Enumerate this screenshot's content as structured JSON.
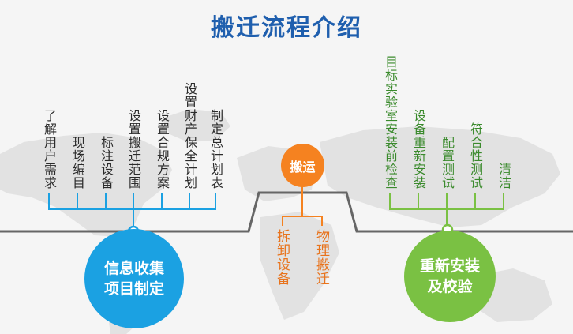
{
  "title": "搬迁流程介绍",
  "colors": {
    "blue": "#1ba1e2",
    "orange": "#f58220",
    "green": "#7ac143",
    "timeline": "#666666",
    "title": "#1f5fae"
  },
  "stages": {
    "info": {
      "label_line1": "信息收集",
      "label_line2": "项目制定",
      "items": [
        "了解用户需求",
        "现场编目",
        "标注设备",
        "设置搬迁范围",
        "设置合规方案",
        "设置财产保全计划",
        "制定总计划表"
      ]
    },
    "transport": {
      "label": "搬运",
      "items": [
        "拆卸设备",
        "物理搬迁"
      ]
    },
    "install": {
      "label_line1": "重新安装",
      "label_line2": "及校验",
      "items": [
        "目标实验室安装前检查",
        "设备重新安装",
        "配置测试",
        "符合性测试",
        "清洁"
      ]
    }
  }
}
